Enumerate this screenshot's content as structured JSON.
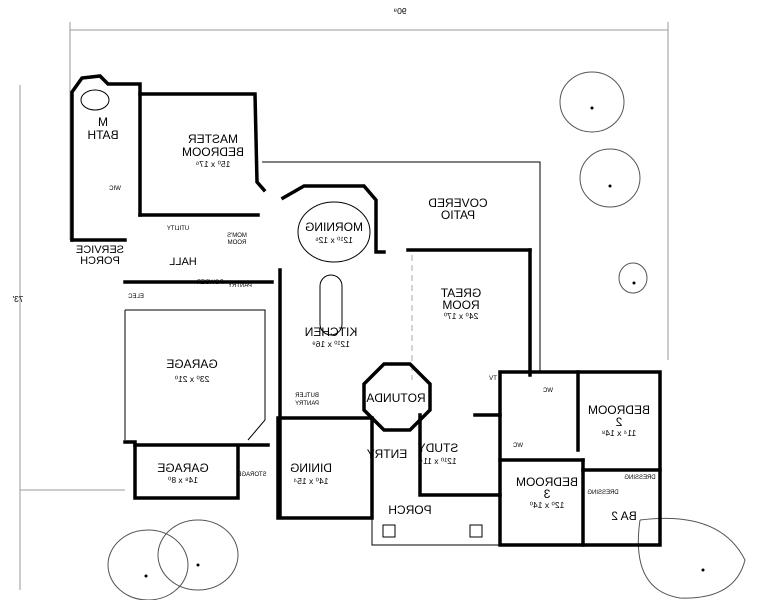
{
  "plan": {
    "mirrored": true,
    "overall_width": "90⁹",
    "overall_depth": "73'",
    "rooms": {
      "master_bedroom": {
        "name1": "MASTER",
        "name2": "BEDROOM",
        "dims": "15⁰ x 17⁶"
      },
      "master_bath": {
        "name1": "M",
        "name2": "BATH"
      },
      "service_porch": {
        "name1": "SERVICE",
        "name2": "PORCH"
      },
      "hall": {
        "name": "HALL"
      },
      "utility": {
        "name": "UTILITY"
      },
      "moms_room": {
        "name1": "MOM'S",
        "name2": "ROOM"
      },
      "morning": {
        "name": "MORNING",
        "dims": "12¹⁰ x 12⁶"
      },
      "covered_patio": {
        "name1": "COVERED",
        "name2": "PATIO"
      },
      "great_room": {
        "name1": "GREAT",
        "name2": "ROOM",
        "dims": "24⁰ x 17⁰"
      },
      "kitchen": {
        "name": "KITCHEN",
        "dims": "12¹⁰ x 16⁹"
      },
      "garage_main": {
        "name": "GARAGE",
        "dims": "23⁰ x 21⁰"
      },
      "butler_pantry": {
        "name1": "BUTLER",
        "name2": "PANTRY"
      },
      "rotunda": {
        "name": "ROTUNDA"
      },
      "entry": {
        "name": "ENTRY"
      },
      "study": {
        "name": "STUDY",
        "dims": "12¹⁰ x 11⁴"
      },
      "bedroom2": {
        "name1": "BEDROOM",
        "name2": "2",
        "dims": "11⁴ x 14⁸"
      },
      "bedroom3": {
        "name1": "BEDROOM",
        "name2": "3",
        "dims": "12⁰ x 14⁰"
      },
      "garage_small": {
        "name": "GARAGE",
        "dims": "14⁸ x 8⁰"
      },
      "storage": {
        "name": "STORAGE"
      },
      "dining": {
        "name": "DINING",
        "dims": "14⁰ x 15⁴"
      },
      "porch": {
        "name": "PORCH"
      },
      "bath2": {
        "name": "BA 2"
      },
      "dressing_a": {
        "name": "DRESSING"
      },
      "dressing_b": {
        "name": "DRESSING"
      },
      "powder": {
        "name": "POWDER"
      },
      "pantry": {
        "name": "PANTRY"
      },
      "elec": {
        "name": "ELEC"
      },
      "wc_master": {
        "name": "WIC"
      },
      "wc_bed2": {
        "name": "WC"
      },
      "wc_bed3": {
        "name": "WC"
      },
      "tv": {
        "name": "TV"
      }
    }
  }
}
